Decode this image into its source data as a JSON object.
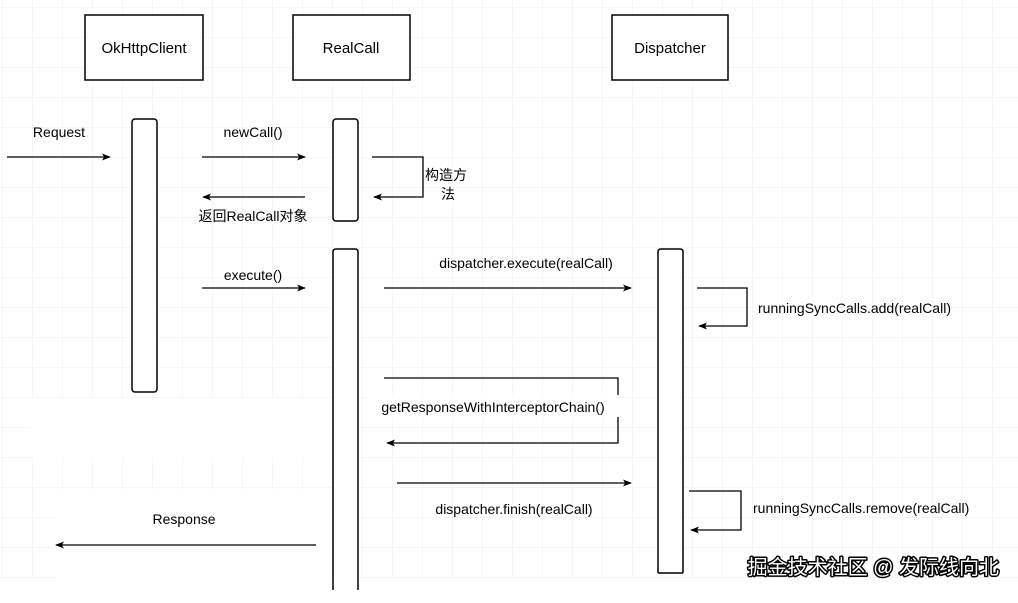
{
  "participants": {
    "client": "OkHttpClient",
    "realcall": "RealCall",
    "dispatcher": "Dispatcher"
  },
  "messages": {
    "request": "Request",
    "newcall": "newCall()",
    "construct_line1": "构造方",
    "construct_line2": "法",
    "return_realcall": "返回RealCall对象",
    "execute": "execute()",
    "dispatcher_execute": "dispatcher.execute(realCall)",
    "running_add": "runningSyncCalls.add(realCall)",
    "get_response": "getResponseWithInterceptorChain()",
    "dispatcher_finish": "dispatcher.finish(realCall)",
    "running_remove": "runningSyncCalls.remove(realCall)",
    "response": "Response"
  },
  "watermark": "掘金技术社区 @ 发际线向北",
  "colors": {
    "stroke": "#000000",
    "grid": "#e6e6e6",
    "background": "#ffffff"
  }
}
